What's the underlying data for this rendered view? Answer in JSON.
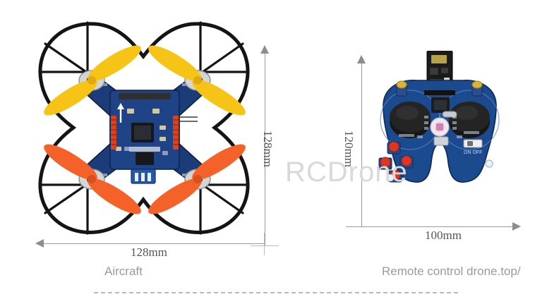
{
  "page": {
    "background_color": "#ffffff",
    "watermark": "RCDrone"
  },
  "aircraft": {
    "caption": "Aircraft",
    "width_label": "128mm",
    "height_label": "128mm",
    "colors": {
      "prop_guard": "#1c1c1c",
      "propeller_front": "#F6C417",
      "propeller_rear": "#F4622A",
      "pcb": "#1b3c78",
      "pcb_dark": "#142c58",
      "motor_hub": "#d8d8d8",
      "header_pins": "#d8431f",
      "arrow_marker": "#ffffff"
    },
    "parts": [
      "prop-guard-ring",
      "propeller-front-left",
      "propeller-front-right",
      "propeller-rear-left",
      "propeller-rear-right",
      "flight-controller-pcb",
      "motor-hub",
      "pin-header",
      "usb-connector",
      "microcontroller-chip"
    ]
  },
  "remote": {
    "caption": "Remote control drone.top/",
    "width_label": "100mm",
    "height_label": "120mm",
    "colors": {
      "pcb": "#1b4a8f",
      "pcb_shade": "#123667",
      "joystick": "#1a1a1a",
      "button": "#e03523",
      "antenna_module": "#1a1a1a",
      "trim_pot": "#d9b43a",
      "buzzer": "#e8e4ea",
      "switch": "#efefef"
    },
    "parts": [
      "radio-antenna-module",
      "joystick-left",
      "joystick-right",
      "trim-potentiometer",
      "tactile-button",
      "buzzer",
      "microcontroller-chip",
      "power-switch",
      "usb-connector",
      "mounting-hole"
    ]
  },
  "dimensions": {
    "aircraft_horizontal": "128mm",
    "aircraft_vertical": "128mm",
    "remote_horizontal": "100mm",
    "remote_vertical": "120mm"
  }
}
